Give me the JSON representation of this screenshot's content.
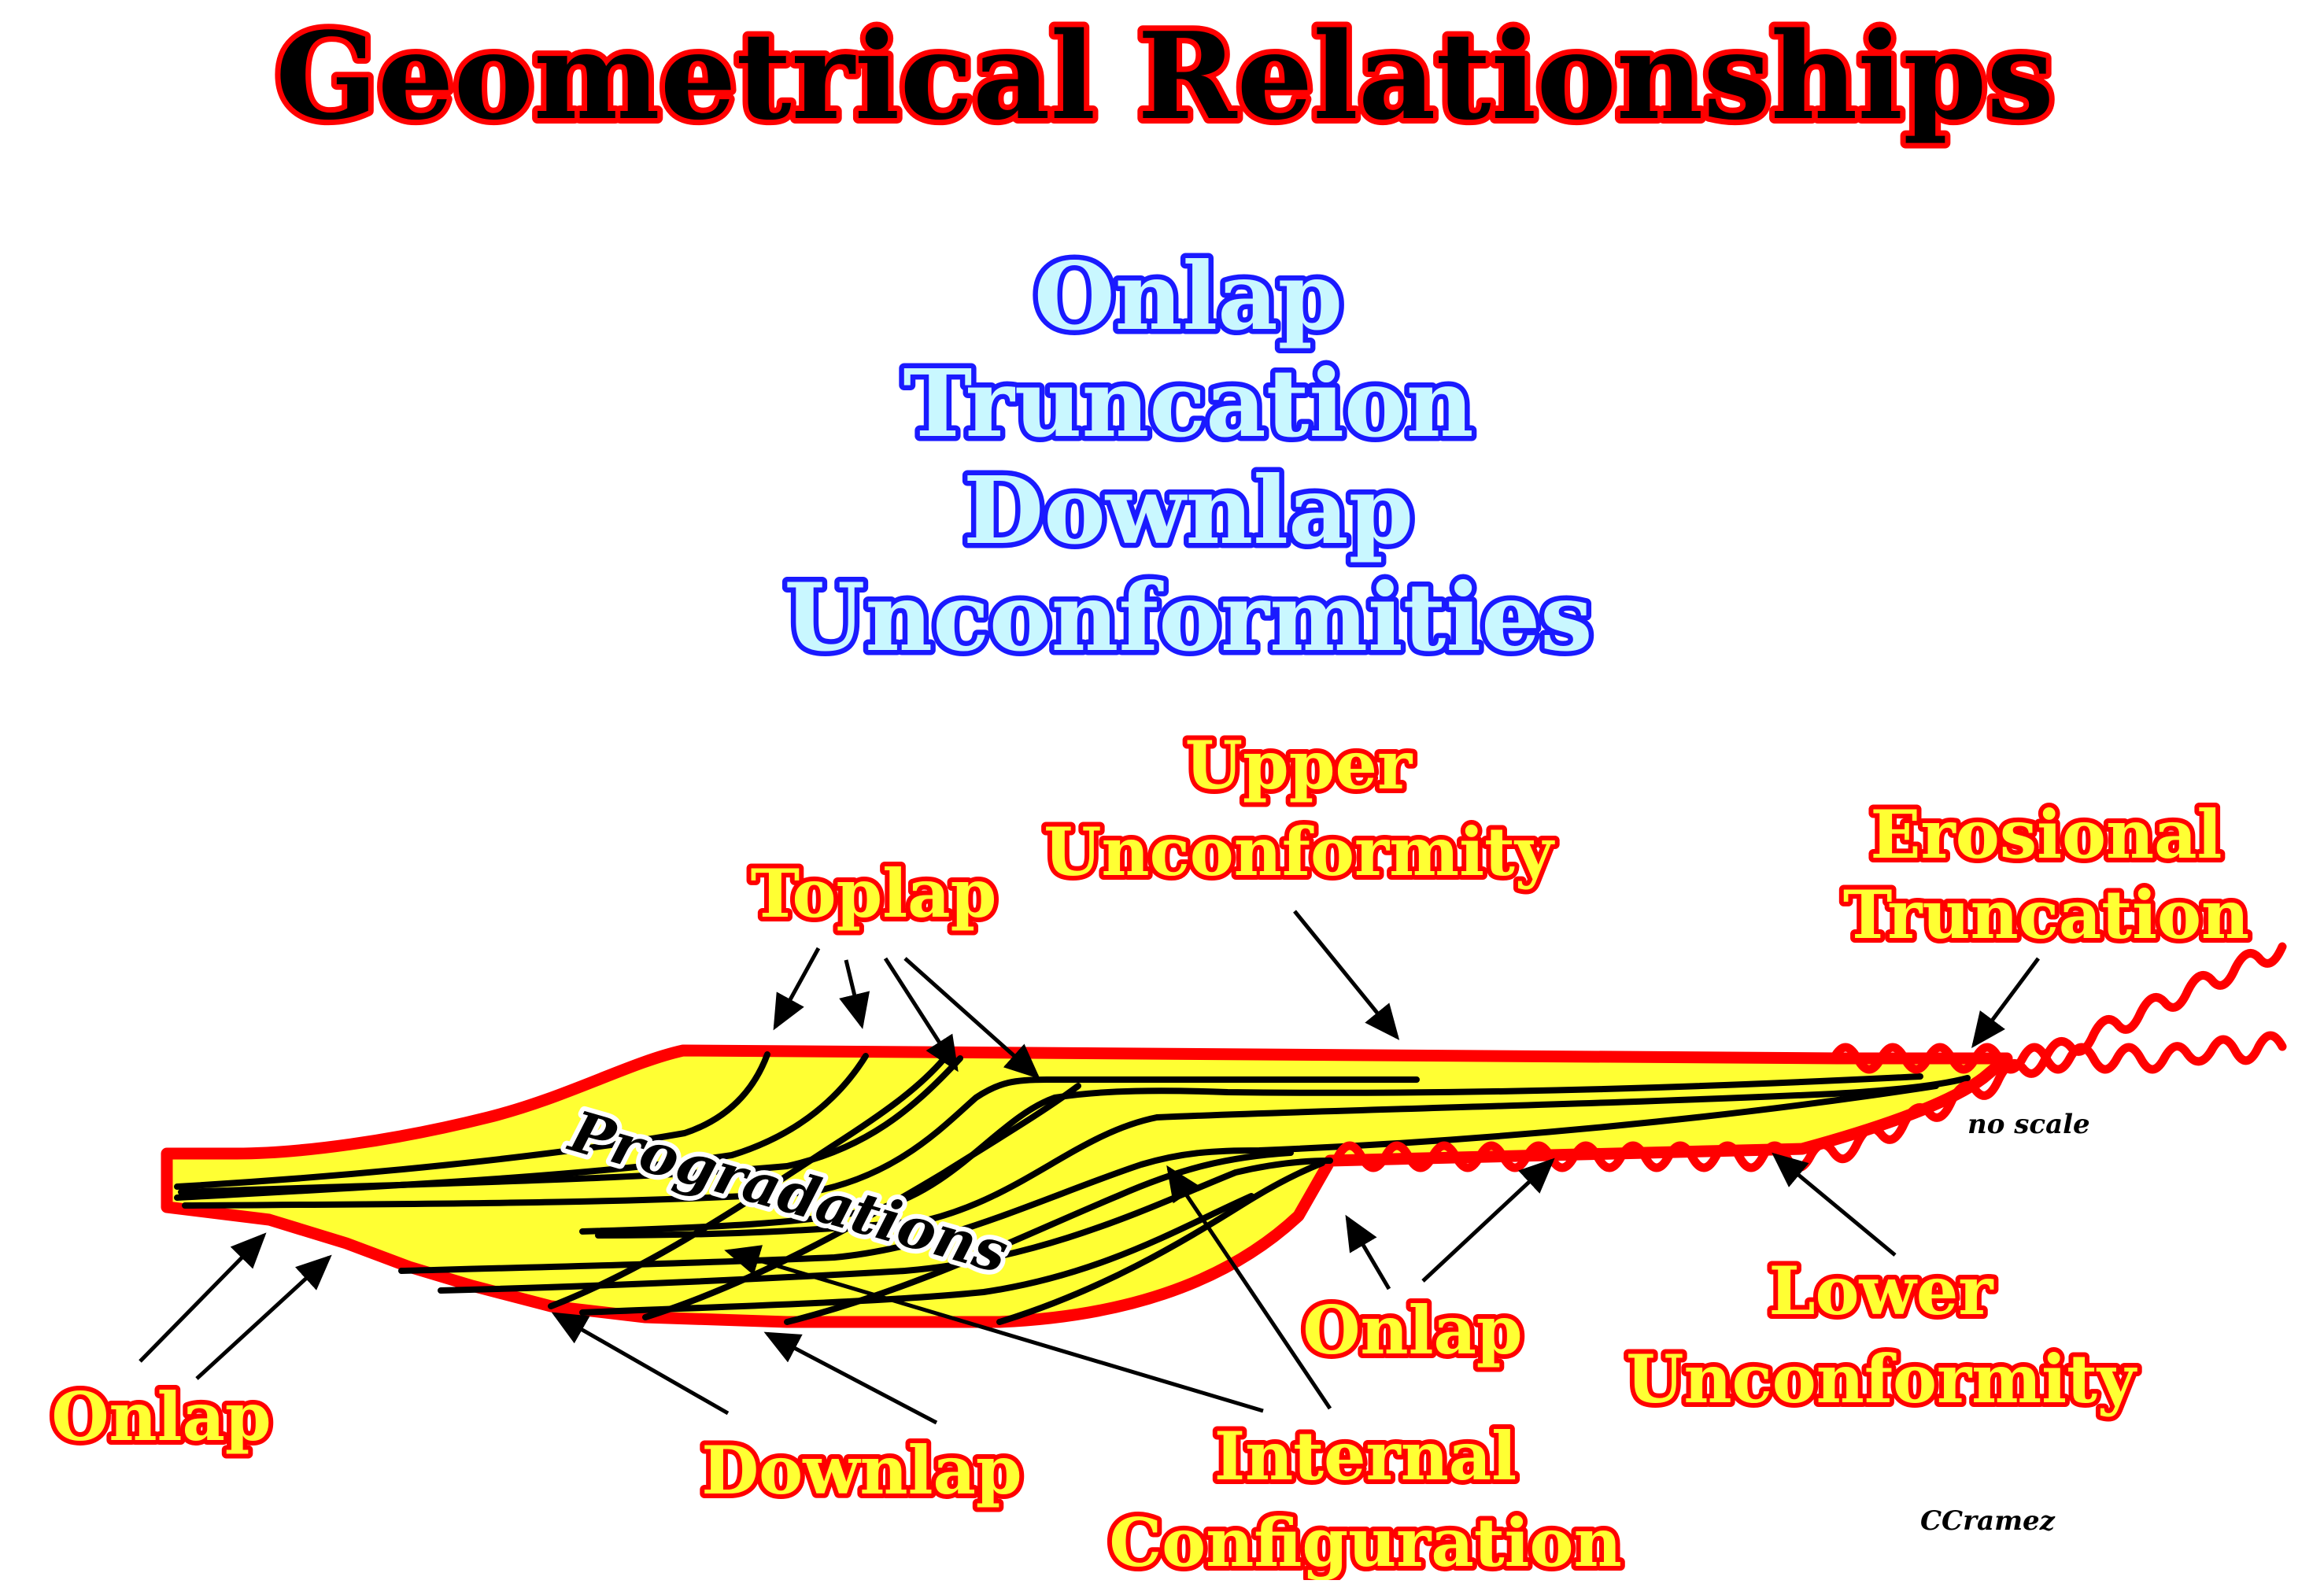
{
  "title": "Geometrical Relationships",
  "topics": [
    "Onlap",
    "Truncation",
    "Downlap",
    "Unconformities"
  ],
  "labels": {
    "toplap": "Toplap",
    "upper_unconformity_1": "Upper",
    "upper_unconformity_2": "Unconformity",
    "erosional_truncation_1": "Erosional",
    "erosional_truncation_2": "Truncation",
    "progradations": "Progradations",
    "no_scale": "no scale",
    "onlap_left": "Onlap",
    "onlap_right": "Onlap",
    "downlap": "Downlap",
    "internal_configuration_1": "Internal",
    "internal_configuration_2": "Configuration",
    "lower_unconformity_1": "Lower",
    "lower_unconformity_2": "Unconformity",
    "credit": "CCramez"
  },
  "colors": {
    "title_fill": "#000000",
    "title_outline": "#ff0000",
    "topic_fill": "#c9f7ff",
    "topic_outline": "#1a1aff",
    "label_fill": "#ffff33",
    "label_outline": "#ff0000",
    "body_fill": "#ffff33",
    "body_outline": "#ff0000",
    "beds": "#000000"
  }
}
